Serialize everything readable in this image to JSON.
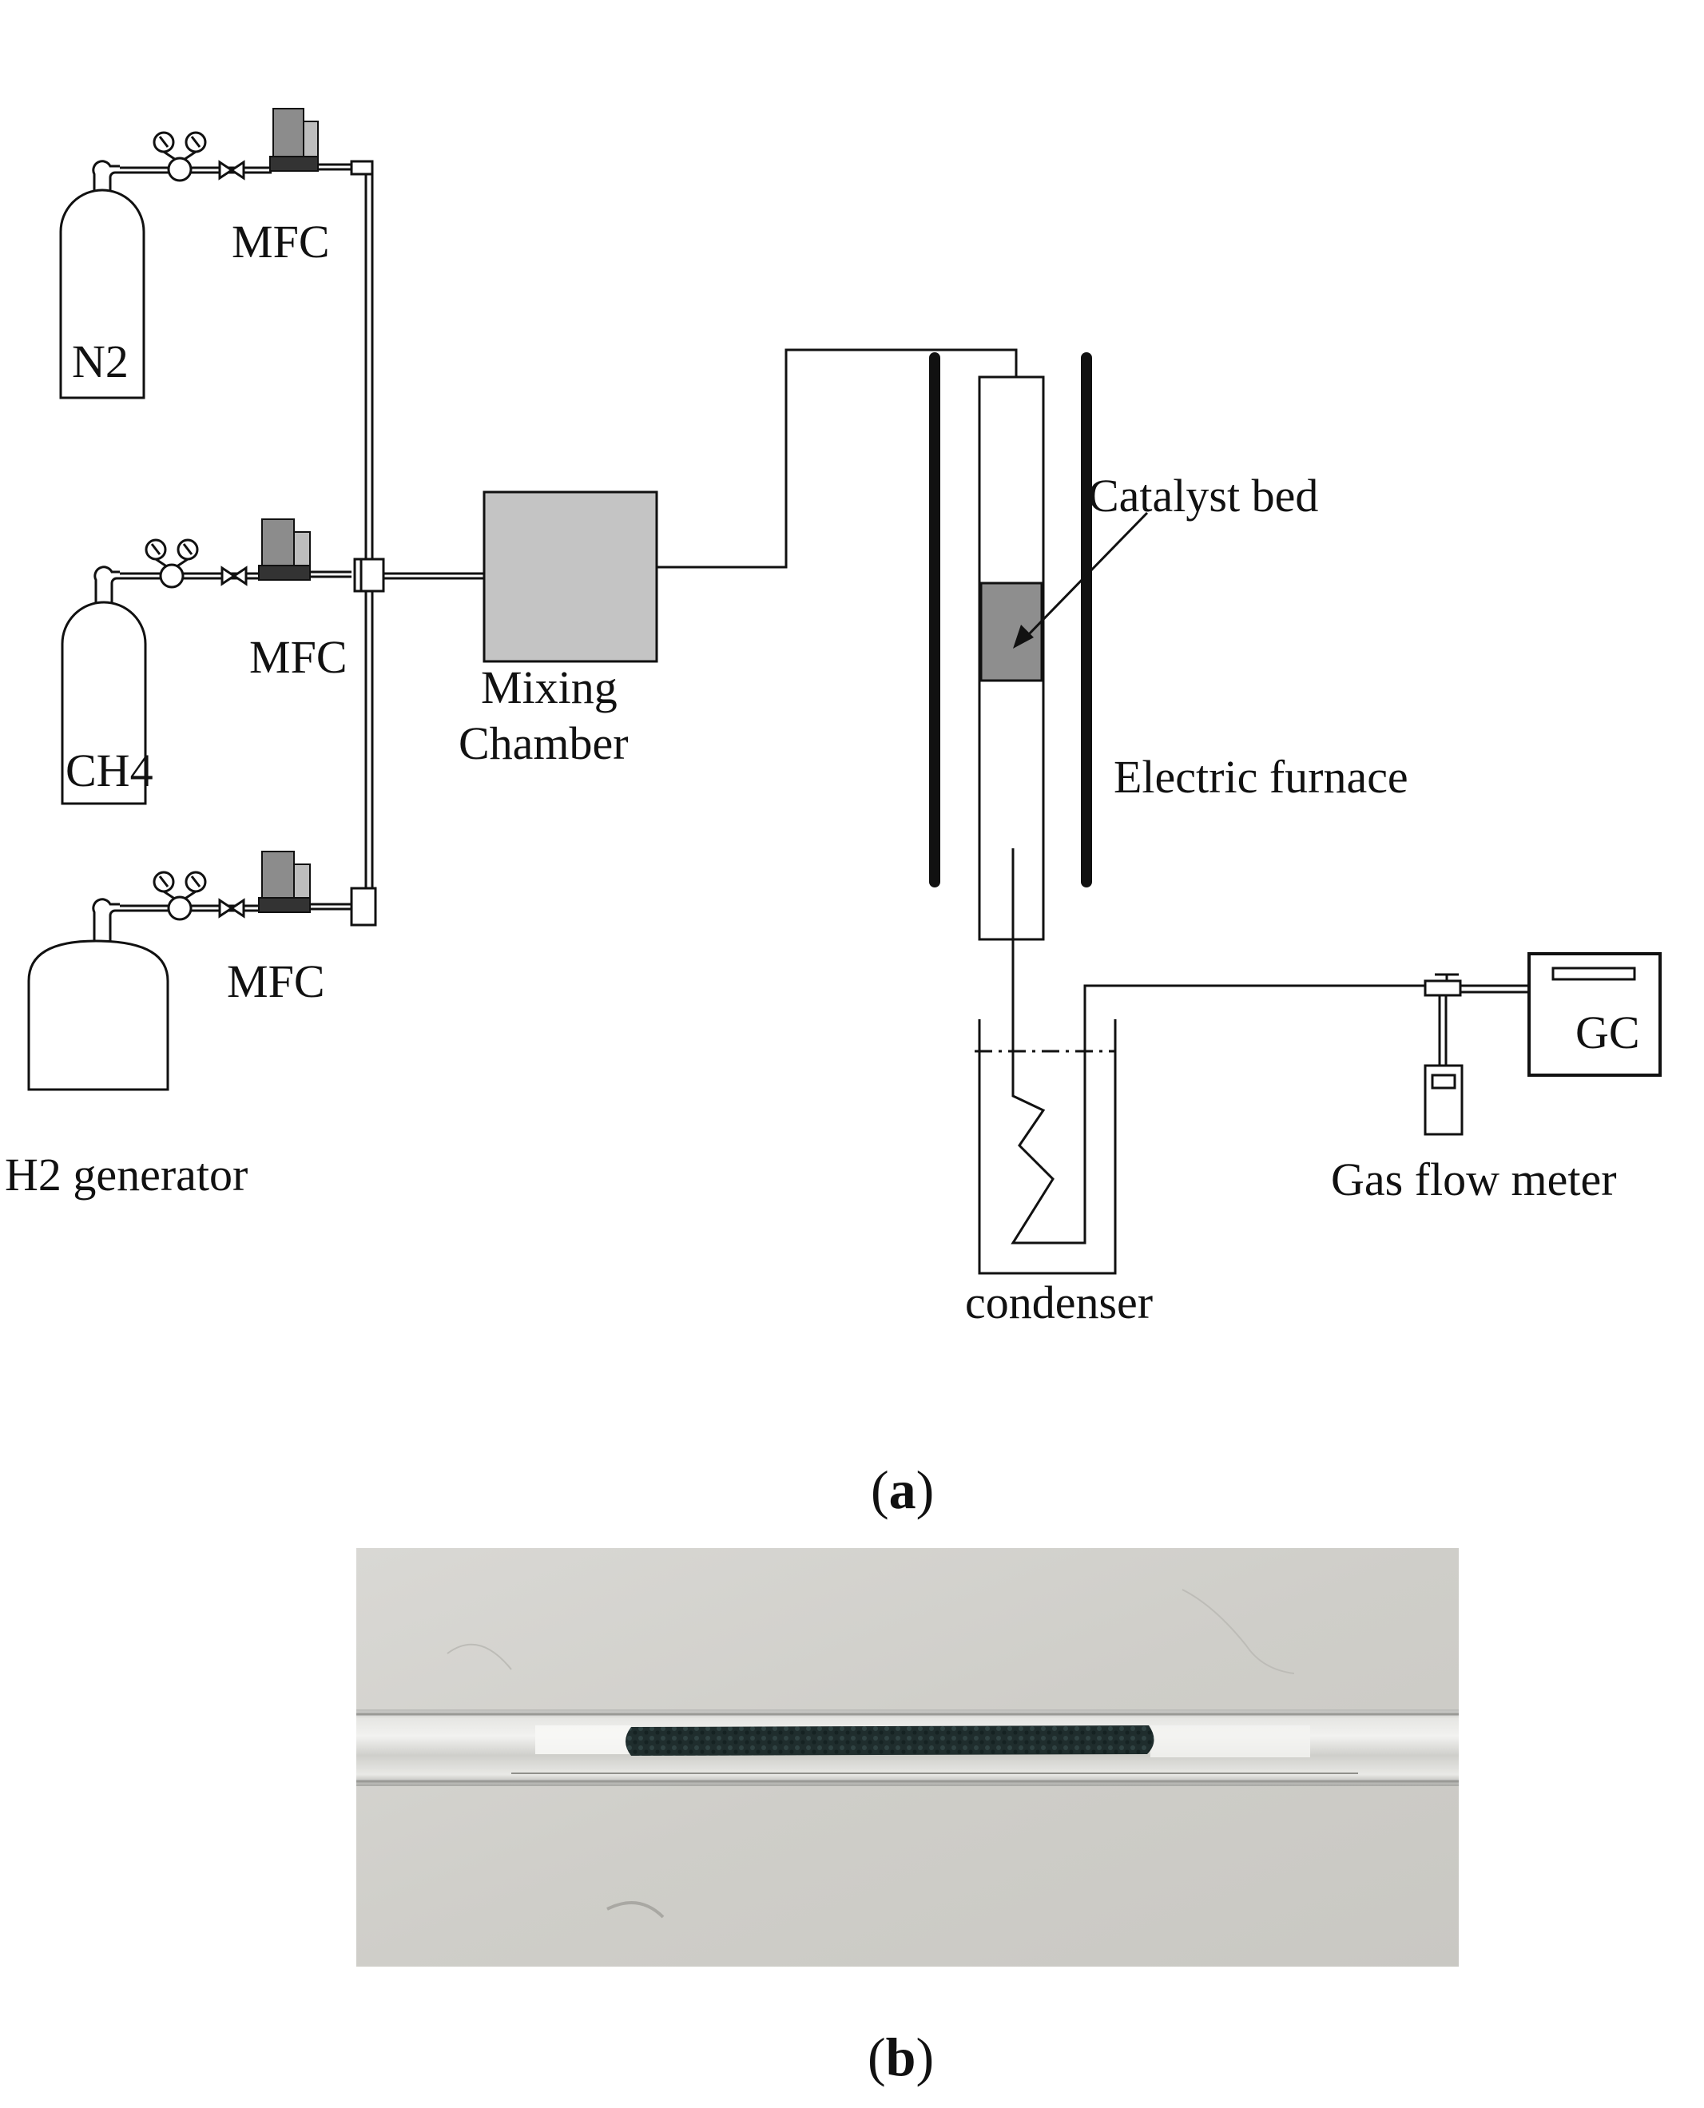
{
  "panel_a": {
    "caption_open": "(",
    "caption_letter": "a",
    "caption_close": ")",
    "labels": {
      "mfc_1": "MFC",
      "mfc_2": "MFC",
      "mfc_3": "MFC",
      "n2": "N2",
      "ch4": "CH4",
      "h2_generator": "H2 generator",
      "mixing_line1": "Mixing",
      "mixing_line2": "Chamber",
      "catalyst_bed": "Catalyst bed",
      "electric_furnace": "Electric furnace",
      "condenser": "condenser",
      "gc": "GC",
      "gas_flow_meter": "Gas flow meter"
    }
  },
  "panel_b": {
    "caption_open": "(",
    "caption_letter": "b",
    "caption_close": ")"
  },
  "colors": {
    "line": "#111111",
    "mixing_chamber_fill": "#c4c4c4",
    "catalyst_fill": "#8e8e8e",
    "mfc_light": "#bdbdbd",
    "mfc_mid": "#8c8c8c",
    "mfc_dark": "#333333",
    "photo_background": "#d2d1cc",
    "catalyst_pellets": "#1e2c2c"
  }
}
